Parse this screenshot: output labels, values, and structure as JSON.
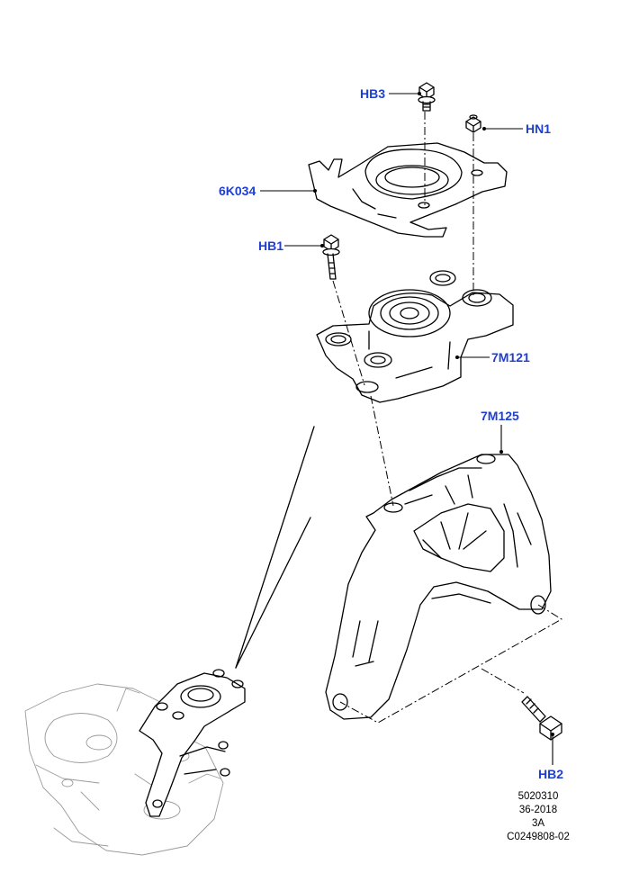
{
  "callouts": {
    "hb3": "HB3",
    "hn1": "HN1",
    "6k034": "6K034",
    "hb1": "HB1",
    "7m121": "7M121",
    "7m125": "7M125",
    "hb2": "HB2"
  },
  "reference": {
    "line1": "5020310",
    "line2": "36-2018",
    "line3": "3A",
    "line4": "C0249808-02"
  },
  "colors": {
    "callout": "#1f3fd0",
    "line": "#000000"
  }
}
